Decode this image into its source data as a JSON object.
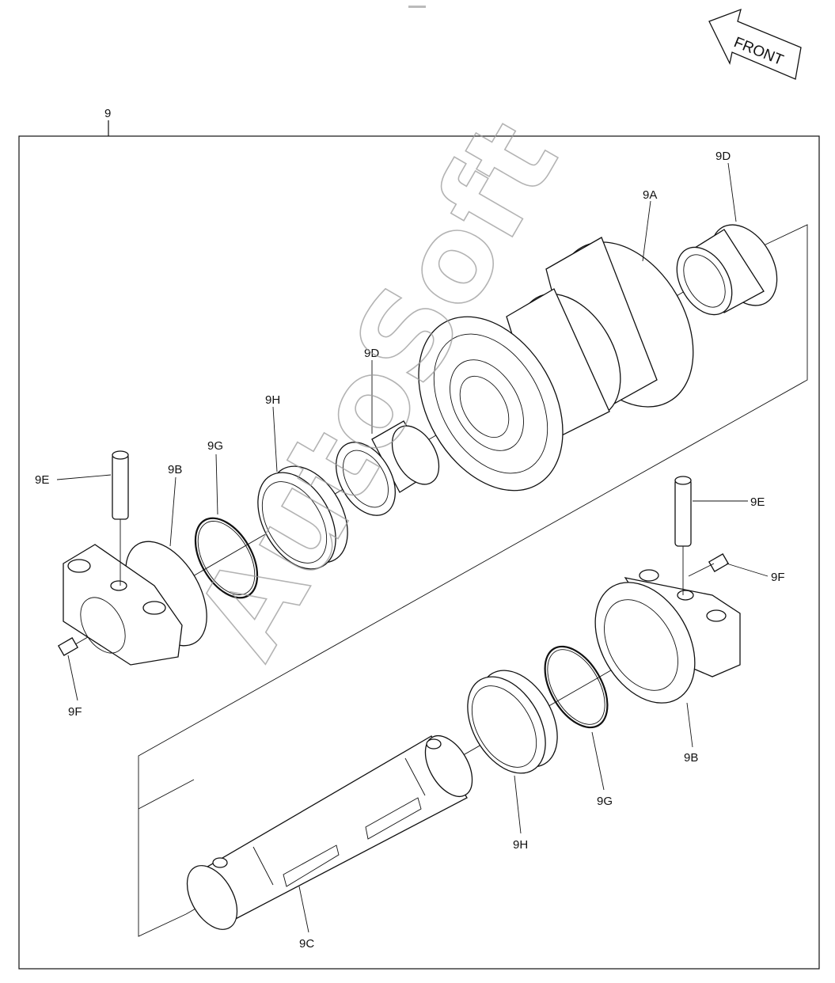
{
  "diagram": {
    "assembly_label": "9",
    "front_arrow_label": "FRONT",
    "watermark": "AutoSoft",
    "callouts": {
      "roller": "9A",
      "collar_left": "9B",
      "collar_right": "9B",
      "shaft": "9C",
      "bushing_right": "9D",
      "bushing_left": "9D",
      "pin_left": "9E",
      "pin_right": "9E",
      "plug_left": "9F",
      "plug_right": "9F",
      "oring_left": "9G",
      "oring_right": "9G",
      "seal_left": "9H",
      "seal_right": "9H"
    }
  }
}
